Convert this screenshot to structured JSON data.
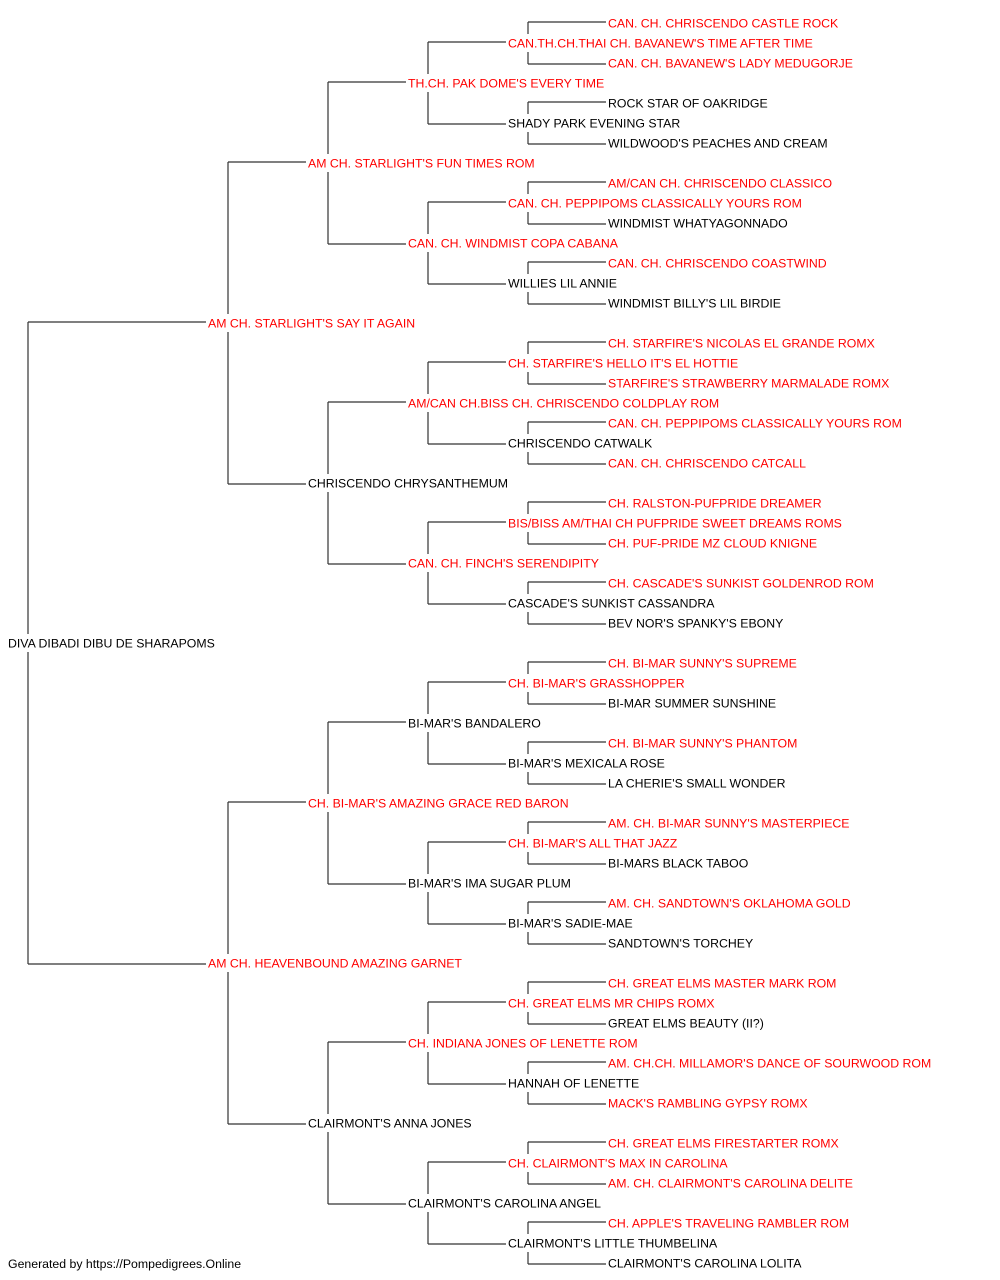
{
  "colors": {
    "champion": "#ff0000",
    "regular": "#000000",
    "line": "#333333"
  },
  "pedigree": {
    "name": "DIVA DIBADI DIBU DE SHARAPOMS",
    "champion": false,
    "sire": {
      "name": "AM CH. STARLIGHT'S SAY IT AGAIN",
      "champion": true,
      "sire": {
        "name": "AM CH. STARLIGHT'S FUN TIMES ROM",
        "champion": true,
        "sire": {
          "name": "TH.CH. PAK DOME'S EVERY TIME",
          "champion": true,
          "sire": {
            "name": "CAN.TH.CH.THAI CH. BAVANEW'S TIME AFTER TIME",
            "champion": true,
            "sire": {
              "name": "CAN. CH. CHRISCENDO CASTLE ROCK",
              "champion": true
            },
            "dam": {
              "name": "CAN. CH. BAVANEW'S LADY MEDUGORJE",
              "champion": true
            }
          },
          "dam": {
            "name": "SHADY PARK EVENING STAR",
            "champion": false,
            "sire": {
              "name": "ROCK STAR OF OAKRIDGE",
              "champion": false
            },
            "dam": {
              "name": "WILDWOOD'S PEACHES AND CREAM",
              "champion": false
            }
          }
        },
        "dam": {
          "name": "CAN. CH. WINDMIST COPA CABANA",
          "champion": true,
          "sire": {
            "name": "CAN. CH. PEPPIPOMS CLASSICALLY YOURS ROM",
            "champion": true,
            "sire": {
              "name": "AM/CAN CH. CHRISCENDO CLASSICO",
              "champion": true
            },
            "dam": {
              "name": "WINDMIST WHATYAGONNADO",
              "champion": false
            }
          },
          "dam": {
            "name": "WILLIES LIL ANNIE",
            "champion": false,
            "sire": {
              "name": "CAN. CH. CHRISCENDO COASTWIND",
              "champion": true
            },
            "dam": {
              "name": "WINDMIST BILLY'S LIL BIRDIE",
              "champion": false
            }
          }
        }
      },
      "dam": {
        "name": "CHRISCENDO CHRYSANTHEMUM",
        "champion": false,
        "sire": {
          "name": "AM/CAN CH.BISS CH. CHRISCENDO COLDPLAY ROM",
          "champion": true,
          "sire": {
            "name": "CH. STARFIRE'S HELLO IT'S EL HOTTIE",
            "champion": true,
            "sire": {
              "name": "CH. STARFIRE'S NICOLAS EL GRANDE ROMX",
              "champion": true
            },
            "dam": {
              "name": "STARFIRE'S STRAWBERRY MARMALADE ROMX",
              "champion": true
            }
          },
          "dam": {
            "name": "CHRISCENDO CATWALK",
            "champion": false,
            "sire": {
              "name": "CAN. CH. PEPPIPOMS CLASSICALLY YOURS ROM",
              "champion": true
            },
            "dam": {
              "name": "CAN. CH. CHRISCENDO CATCALL",
              "champion": true
            }
          }
        },
        "dam": {
          "name": "CAN. CH. FINCH'S SERENDIPITY",
          "champion": true,
          "sire": {
            "name": "BIS/BISS AM/THAI CH PUFPRIDE SWEET DREAMS ROMS",
            "champion": true,
            "sire": {
              "name": "CH. RALSTON-PUFPRIDE DREAMER",
              "champion": true
            },
            "dam": {
              "name": "CH. PUF-PRIDE MZ CLOUD KNIGNE",
              "champion": true
            }
          },
          "dam": {
            "name": "CASCADE'S SUNKIST CASSANDRA",
            "champion": false,
            "sire": {
              "name": "CH. CASCADE'S SUNKIST GOLDENROD ROM",
              "champion": true
            },
            "dam": {
              "name": "BEV NOR'S SPANKY'S EBONY",
              "champion": false
            }
          }
        }
      }
    },
    "dam": {
      "name": "AM CH. HEAVENBOUND AMAZING GARNET",
      "champion": true,
      "sire": {
        "name": "CH. BI-MAR'S AMAZING GRACE RED BARON",
        "champion": true,
        "sire": {
          "name": "BI-MAR'S BANDALERO",
          "champion": false,
          "sire": {
            "name": "CH. BI-MAR'S GRASSHOPPER",
            "champion": true,
            "sire": {
              "name": "CH. BI-MAR SUNNY'S SUPREME",
              "champion": true
            },
            "dam": {
              "name": "BI-MAR SUMMER SUNSHINE",
              "champion": false
            }
          },
          "dam": {
            "name": "BI-MAR'S MEXICALA ROSE",
            "champion": false,
            "sire": {
              "name": "CH. BI-MAR SUNNY'S PHANTOM",
              "champion": true
            },
            "dam": {
              "name": "LA CHERIE'S SMALL WONDER",
              "champion": false
            }
          }
        },
        "dam": {
          "name": "BI-MAR'S IMA SUGAR PLUM",
          "champion": false,
          "sire": {
            "name": "CH. BI-MAR'S ALL THAT JAZZ",
            "champion": true,
            "sire": {
              "name": "AM. CH. BI-MAR SUNNY'S MASTERPIECE",
              "champion": true
            },
            "dam": {
              "name": "BI-MARS BLACK TABOO",
              "champion": false
            }
          },
          "dam": {
            "name": "BI-MAR'S SADIE-MAE",
            "champion": false,
            "sire": {
              "name": "AM. CH. SANDTOWN'S OKLAHOMA GOLD",
              "champion": true
            },
            "dam": {
              "name": "SANDTOWN'S TORCHEY",
              "champion": false
            }
          }
        }
      },
      "dam": {
        "name": "CLAIRMONT'S ANNA JONES",
        "champion": false,
        "sire": {
          "name": "CH. INDIANA JONES OF LENETTE ROM",
          "champion": true,
          "sire": {
            "name": "CH. GREAT ELMS MR CHIPS ROMX",
            "champion": true,
            "sire": {
              "name": "CH. GREAT ELMS MASTER MARK ROM",
              "champion": true
            },
            "dam": {
              "name": "GREAT ELMS BEAUTY (II?)",
              "champion": false
            }
          },
          "dam": {
            "name": "HANNAH OF LENETTE",
            "champion": false,
            "sire": {
              "name": "AM. CH.CH. MILLAMOR'S DANCE OF SOURWOOD ROM",
              "champion": true
            },
            "dam": {
              "name": "MACK'S RAMBLING GYPSY ROMX",
              "champion": true
            }
          }
        },
        "dam": {
          "name": "CLAIRMONT'S CAROLINA ANGEL",
          "champion": false,
          "sire": {
            "name": "CH. CLAIRMONT'S MAX IN CAROLINA",
            "champion": true,
            "sire": {
              "name": "CH. GREAT ELMS FIRESTARTER ROMX",
              "champion": true
            },
            "dam": {
              "name": "AM. CH. CLAIRMONT'S CAROLINA DELITE",
              "champion": true
            }
          },
          "dam": {
            "name": "CLAIRMONT'S LITTLE THUMBELINA",
            "champion": false,
            "sire": {
              "name": "CH. APPLE'S TRAVELING RAMBLER ROM",
              "champion": true
            },
            "dam": {
              "name": "CLAIRMONT'S CAROLINA LOLITA",
              "champion": false
            }
          }
        }
      }
    }
  },
  "footer": {
    "text": "Generated by https://Pompedigrees.Online"
  }
}
